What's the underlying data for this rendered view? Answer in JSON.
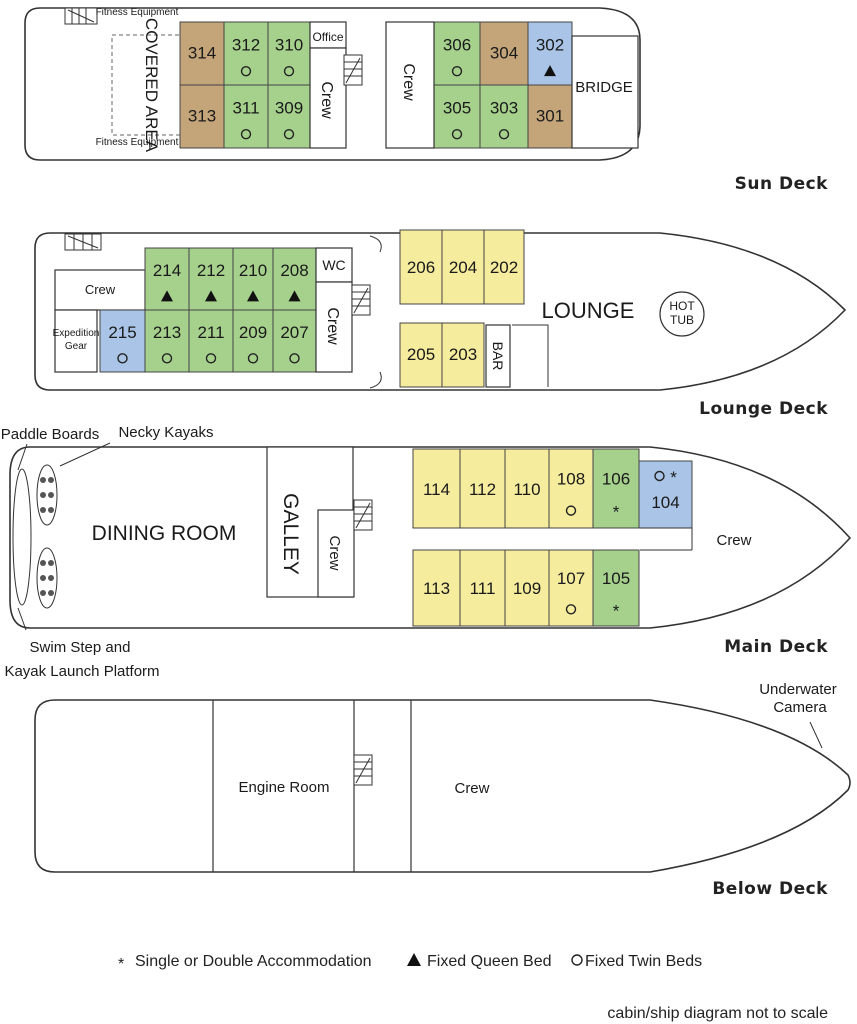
{
  "colors": {
    "green": "#a6d18c",
    "brown": "#c4a57a",
    "blue": "#a9c4e6",
    "yellow": "#f6ec9e",
    "outline": "#333333"
  },
  "sun_deck": {
    "title": "Sun Deck",
    "fitness_top": "Fitness Equipment",
    "fitness_bottom": "Fitness Equipment",
    "covered_area": "COVERED AREA",
    "office": "Office",
    "crew_1": "Crew",
    "crew_2": "Crew",
    "bridge": "BRIDGE",
    "cabins": [
      {
        "num": "314",
        "color": "brown",
        "symbol": ""
      },
      {
        "num": "312",
        "color": "green",
        "symbol": "circle"
      },
      {
        "num": "310",
        "color": "green",
        "symbol": "circle"
      },
      {
        "num": "313",
        "color": "brown",
        "symbol": ""
      },
      {
        "num": "311",
        "color": "green",
        "symbol": "circle"
      },
      {
        "num": "309",
        "color": "green",
        "symbol": "circle"
      },
      {
        "num": "306",
        "color": "green",
        "symbol": "circle"
      },
      {
        "num": "304",
        "color": "brown",
        "symbol": ""
      },
      {
        "num": "302",
        "color": "blue",
        "symbol": "triangle"
      },
      {
        "num": "305",
        "color": "green",
        "symbol": "circle"
      },
      {
        "num": "303",
        "color": "green",
        "symbol": "circle"
      },
      {
        "num": "301",
        "color": "brown",
        "symbol": ""
      }
    ]
  },
  "lounge_deck": {
    "title": "Lounge Deck",
    "crew": "Crew",
    "expedition_gear": "Expedition Gear",
    "wc": "WC",
    "crew_2": "Crew",
    "lounge": "LOUNGE",
    "bar": "BAR",
    "hot_tub": "HOT TUB",
    "cabins": [
      {
        "num": "214",
        "color": "green",
        "symbol": "triangle"
      },
      {
        "num": "212",
        "color": "green",
        "symbol": "triangle"
      },
      {
        "num": "210",
        "color": "green",
        "symbol": "triangle"
      },
      {
        "num": "208",
        "color": "green",
        "symbol": "triangle"
      },
      {
        "num": "215",
        "color": "blue",
        "symbol": "circle"
      },
      {
        "num": "213",
        "color": "green",
        "symbol": "circle"
      },
      {
        "num": "211",
        "color": "green",
        "symbol": "circle"
      },
      {
        "num": "209",
        "color": "green",
        "symbol": "circle"
      },
      {
        "num": "207",
        "color": "green",
        "symbol": "circle"
      },
      {
        "num": "206",
        "color": "yellow",
        "symbol": ""
      },
      {
        "num": "204",
        "color": "yellow",
        "symbol": ""
      },
      {
        "num": "202",
        "color": "yellow",
        "symbol": ""
      },
      {
        "num": "205",
        "color": "yellow",
        "symbol": ""
      },
      {
        "num": "203",
        "color": "yellow",
        "symbol": ""
      }
    ]
  },
  "main_deck": {
    "title": "Main Deck",
    "paddle_boards": "Paddle Boards",
    "necky_kayaks": "Necky Kayaks",
    "swim_step_1": "Swim Step and",
    "swim_step_2": "Kayak Launch Platform",
    "dining_room": "DINING ROOM",
    "galley": "GALLEY",
    "crew": "Crew",
    "crew_bow": "Crew",
    "cabins": [
      {
        "num": "114",
        "color": "yellow",
        "symbol": ""
      },
      {
        "num": "112",
        "color": "yellow",
        "symbol": ""
      },
      {
        "num": "110",
        "color": "yellow",
        "symbol": ""
      },
      {
        "num": "108",
        "color": "yellow",
        "symbol": "circle"
      },
      {
        "num": "106",
        "color": "green",
        "symbol": "star"
      },
      {
        "num": "104",
        "color": "blue",
        "symbol": "circle-star"
      },
      {
        "num": "113",
        "color": "yellow",
        "symbol": ""
      },
      {
        "num": "111",
        "color": "yellow",
        "symbol": ""
      },
      {
        "num": "109",
        "color": "yellow",
        "symbol": ""
      },
      {
        "num": "107",
        "color": "yellow",
        "symbol": "circle"
      },
      {
        "num": "105",
        "color": "green",
        "symbol": "star"
      }
    ]
  },
  "below_deck": {
    "title": "Below Deck",
    "engine_room": "Engine Room",
    "crew": "Crew",
    "camera_1": "Underwater",
    "camera_2": "Camera"
  },
  "legend": {
    "single_double": "Single or Double Accommodation",
    "queen": "Fixed Queen Bed",
    "twin": "Fixed Twin Beds",
    "star_glyph": "*"
  },
  "footer_note": "cabin/ship diagram not to scale"
}
